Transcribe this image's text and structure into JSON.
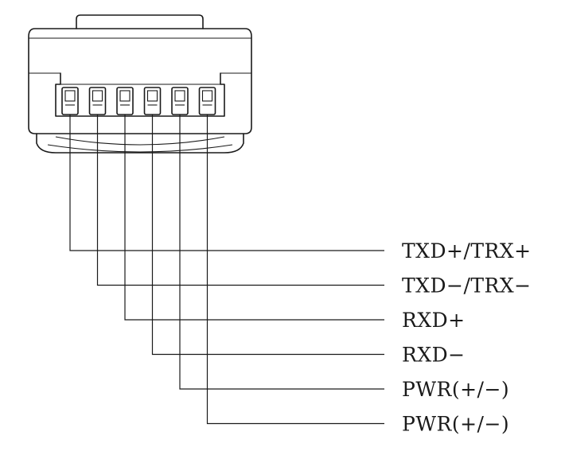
{
  "diagram": {
    "pins": [
      {
        "label": "TXD+/TRX+"
      },
      {
        "label": "TXD−/TRX−"
      },
      {
        "label": "RXD+"
      },
      {
        "label": "RXD−"
      },
      {
        "label": "PWR(+/−)"
      },
      {
        "label": "PWR(+/−)"
      }
    ]
  }
}
